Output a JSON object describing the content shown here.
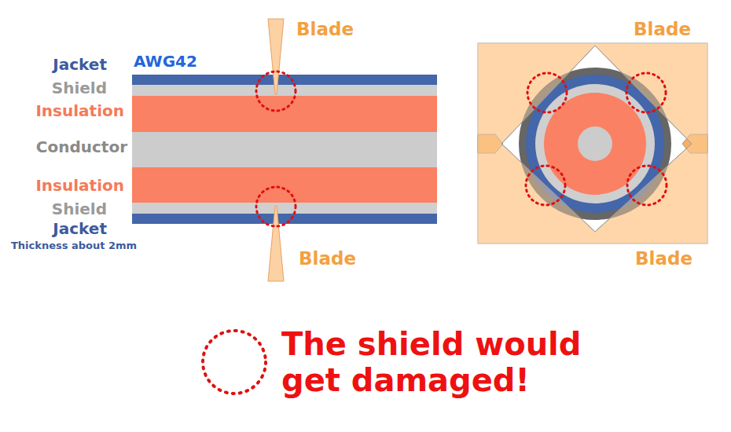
{
  "diagram": {
    "labels": [
      "Blade",
      "Blade",
      "AWG42",
      "Jacket",
      "Shield",
      "Insulation",
      "Conductor",
      "Insulation",
      "Shield",
      "Jacket",
      "Thickness about 2mm",
      "Blade",
      "Blade"
    ],
    "legend": [
      {
        "text": "The shield would get damaged!"
      }
    ]
  }
}
